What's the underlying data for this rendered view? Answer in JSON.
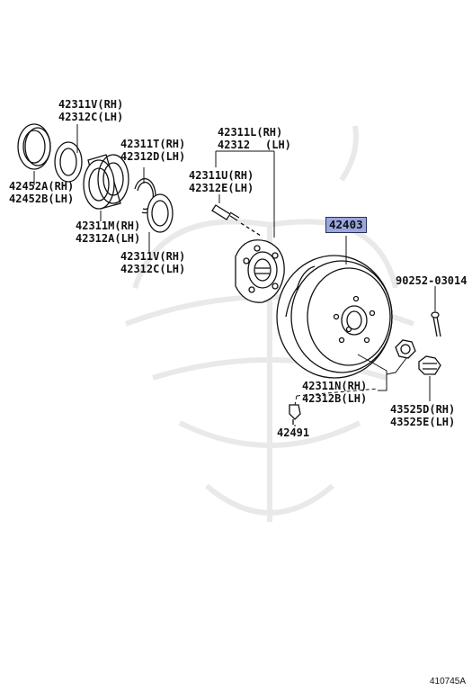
{
  "labels": {
    "brg_outer_seal_rh": "42311V(RH)",
    "brg_outer_seal_lh": "42312C(LH)",
    "snap_ring_rh": "42311T(RH)",
    "snap_ring_lh": "42312D(LH)",
    "seal_ring_rh": "42452A(RH)",
    "seal_ring_lh": "42452B(LH)",
    "bearing_rh": "42311M(RH)",
    "bearing_lh": "42312A(LH)",
    "inner_seal_rh": "42311V(RH)",
    "inner_seal_lh": "42312C(LH)",
    "hub_rh": "42311L(RH)",
    "hub_lh": "42312",
    "hub_lh_suffix": "(LH)",
    "bolt_rh": "42311U(RH)",
    "bolt_lh": "42312E(LH)",
    "drum": "42403",
    "cotter_pin": "90252-03014",
    "nut_rh": "42311N(RH)",
    "nut_lh": "42312B(LH)",
    "cap_rh": "43525D(RH)",
    "cap_lh": "43525E(LH)",
    "plug": "42491",
    "figure_number": "410745A"
  }
}
